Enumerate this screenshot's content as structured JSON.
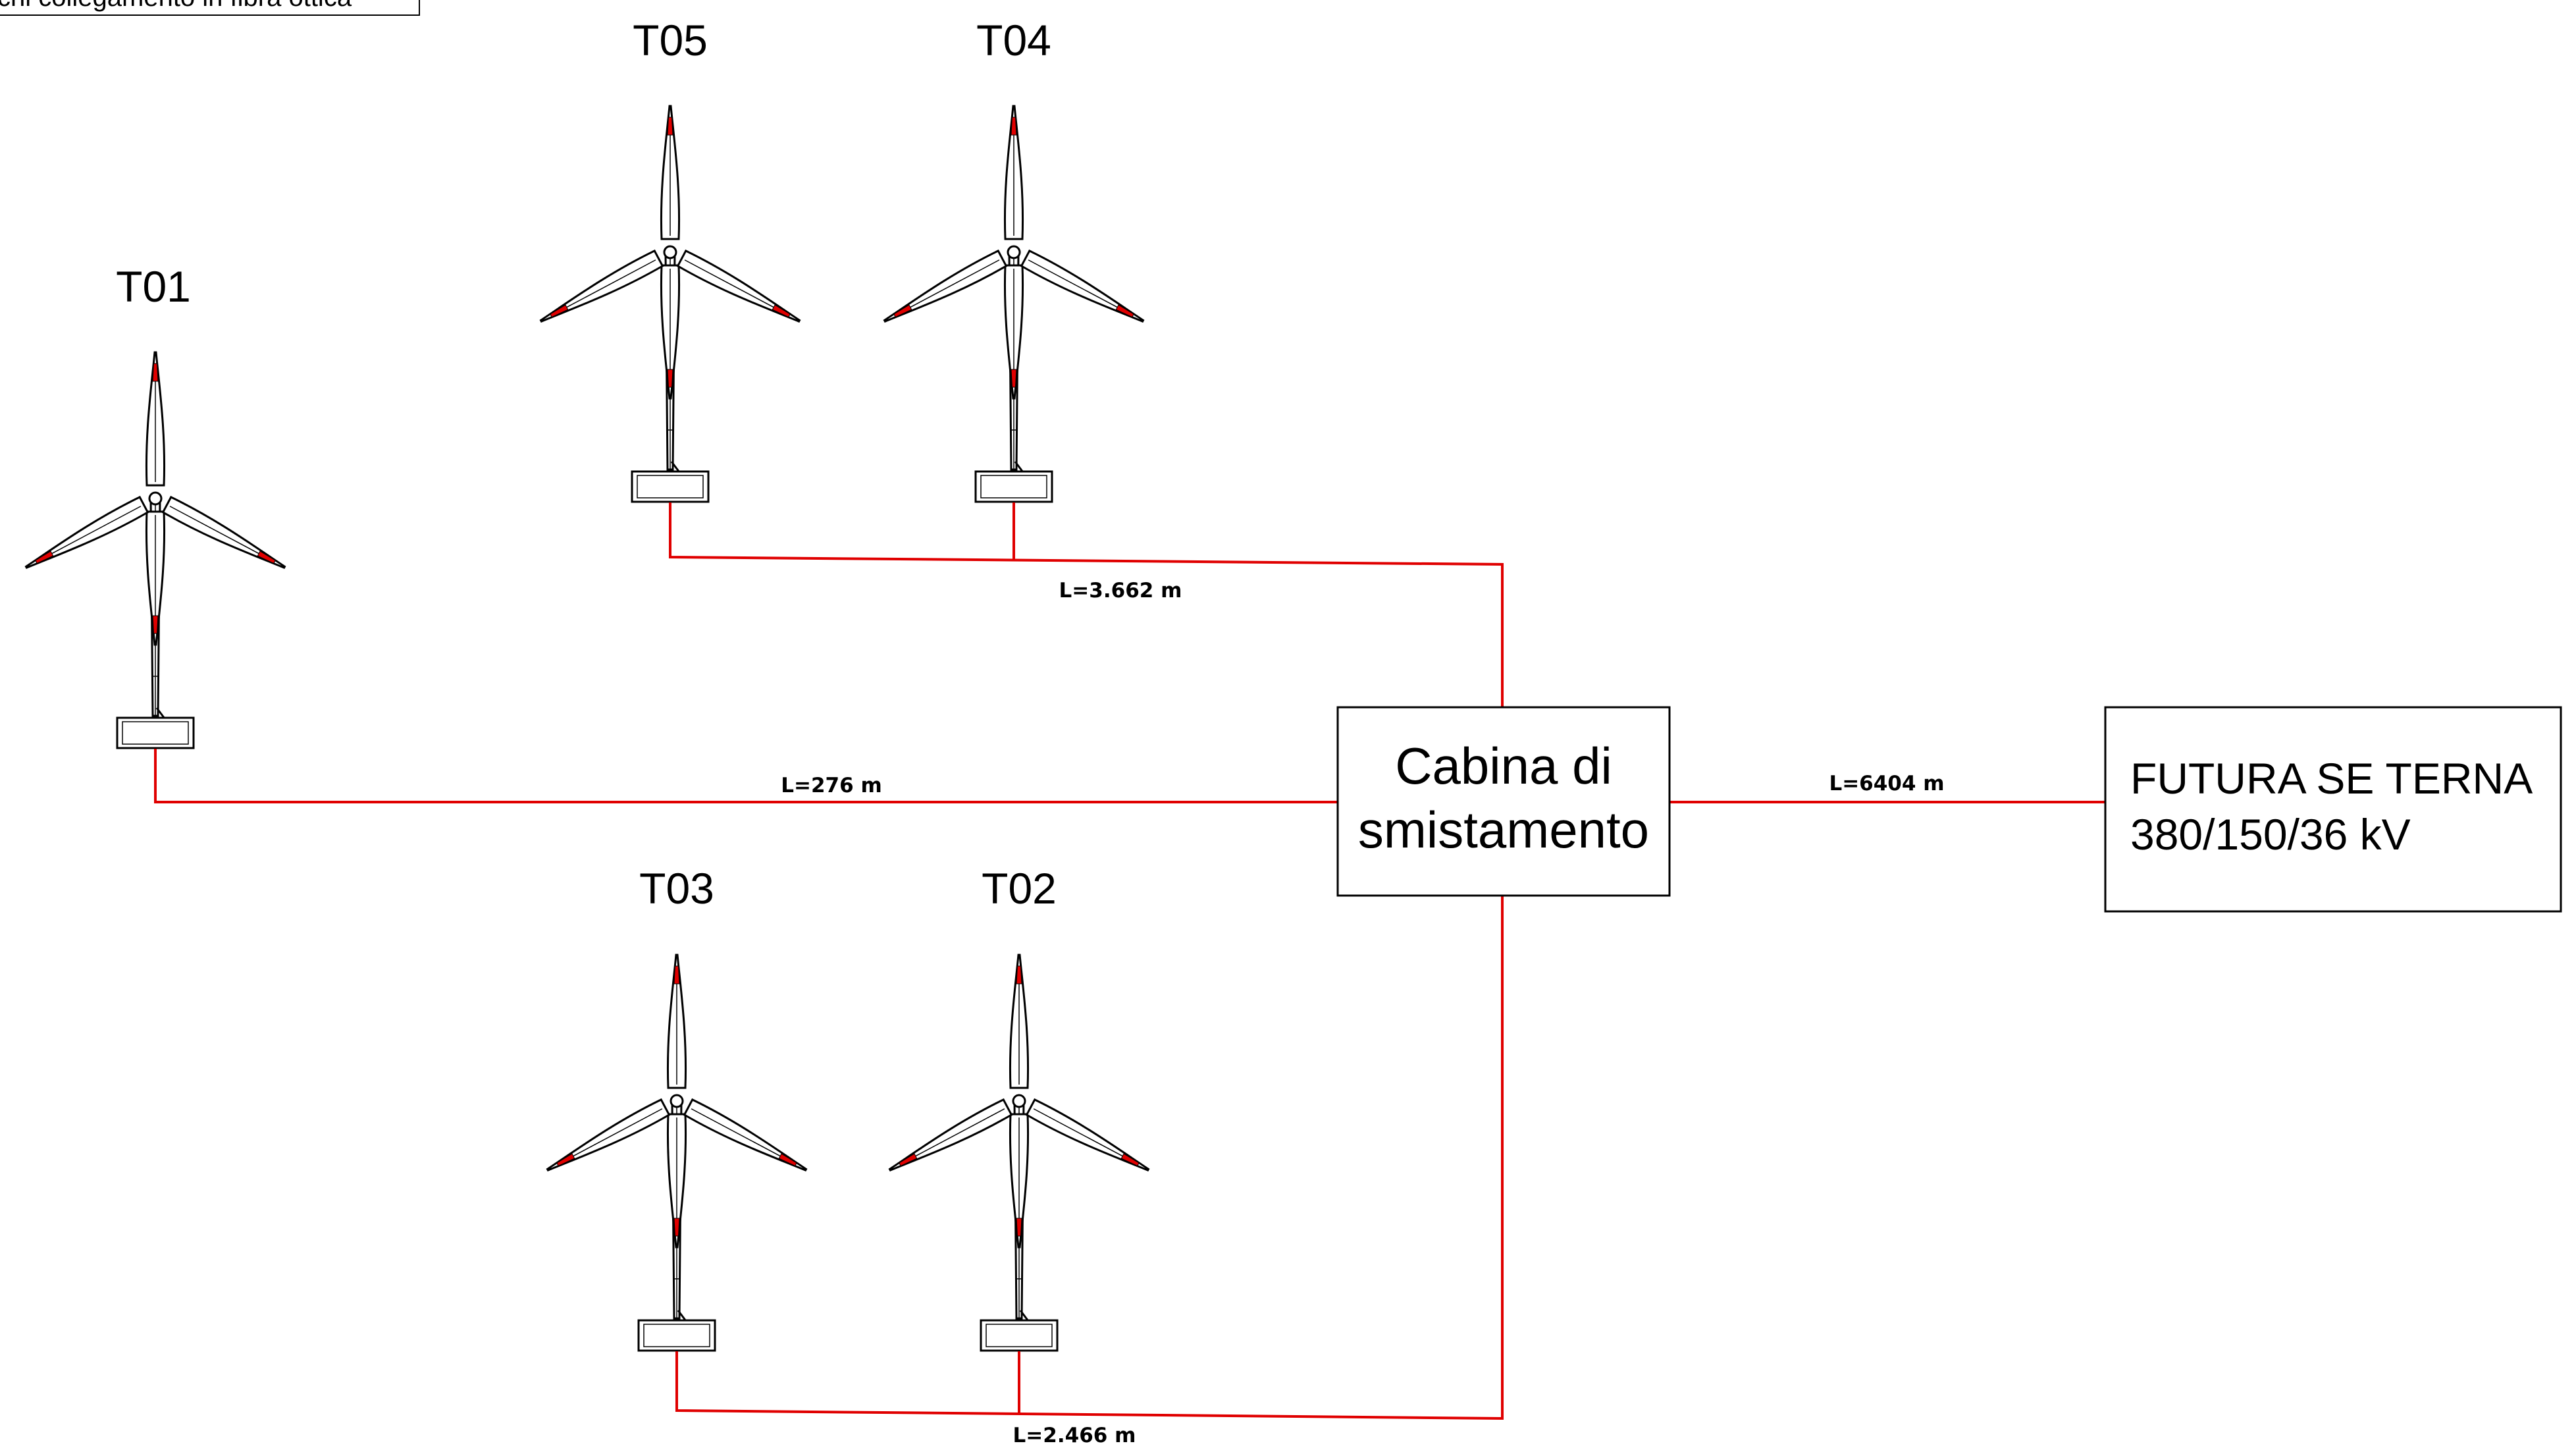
{
  "legend": {
    "text": "cchi collegamento in fibra ottica"
  },
  "colors": {
    "cable": "#e00000",
    "line": "#000000",
    "background": "#ffffff"
  },
  "turbines": [
    {
      "id": "t01",
      "label": "T01"
    },
    {
      "id": "t05",
      "label": "T05"
    },
    {
      "id": "t04",
      "label": "T04"
    },
    {
      "id": "t03",
      "label": "T03"
    },
    {
      "id": "t02",
      "label": "T02"
    }
  ],
  "cables": {
    "top": "L=3.662 m",
    "left": "L=276 m",
    "bottom": "L=2.466 m",
    "right": "L=6404 m"
  },
  "cabina": {
    "line1": "Cabina di",
    "line2": "smistamento"
  },
  "substation": {
    "line1": "FUTURA SE TERNA",
    "line2": "380/150/36 kV"
  }
}
